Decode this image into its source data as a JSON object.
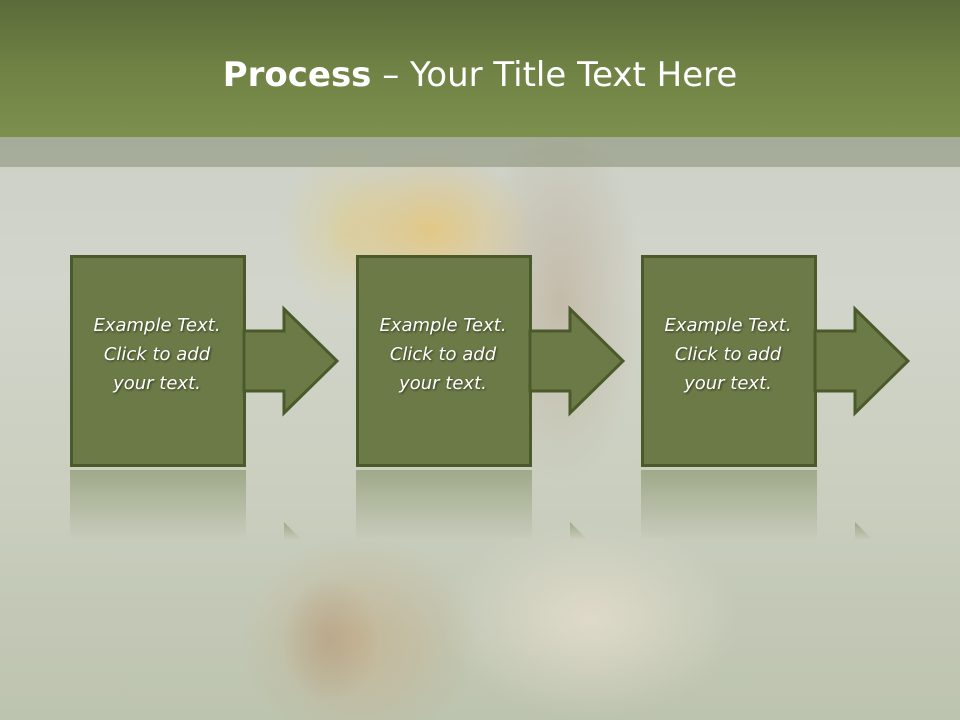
{
  "slide": {
    "title_bold": "Process",
    "title_rest": " – Your Title Text Here"
  },
  "steps": [
    {
      "line1": "Example Text.",
      "line2": "Click  to add",
      "line3": "your text."
    },
    {
      "line1": "Example Text.",
      "line2": "Click  to add",
      "line3": "your text."
    },
    {
      "line1": "Example Text.",
      "line2": "Click  to add",
      "line3": "your text."
    }
  ],
  "colors": {
    "header": "#728445",
    "box_fill": "#6b7a46",
    "box_border": "#4b5a2a",
    "text": "#ffffff"
  }
}
